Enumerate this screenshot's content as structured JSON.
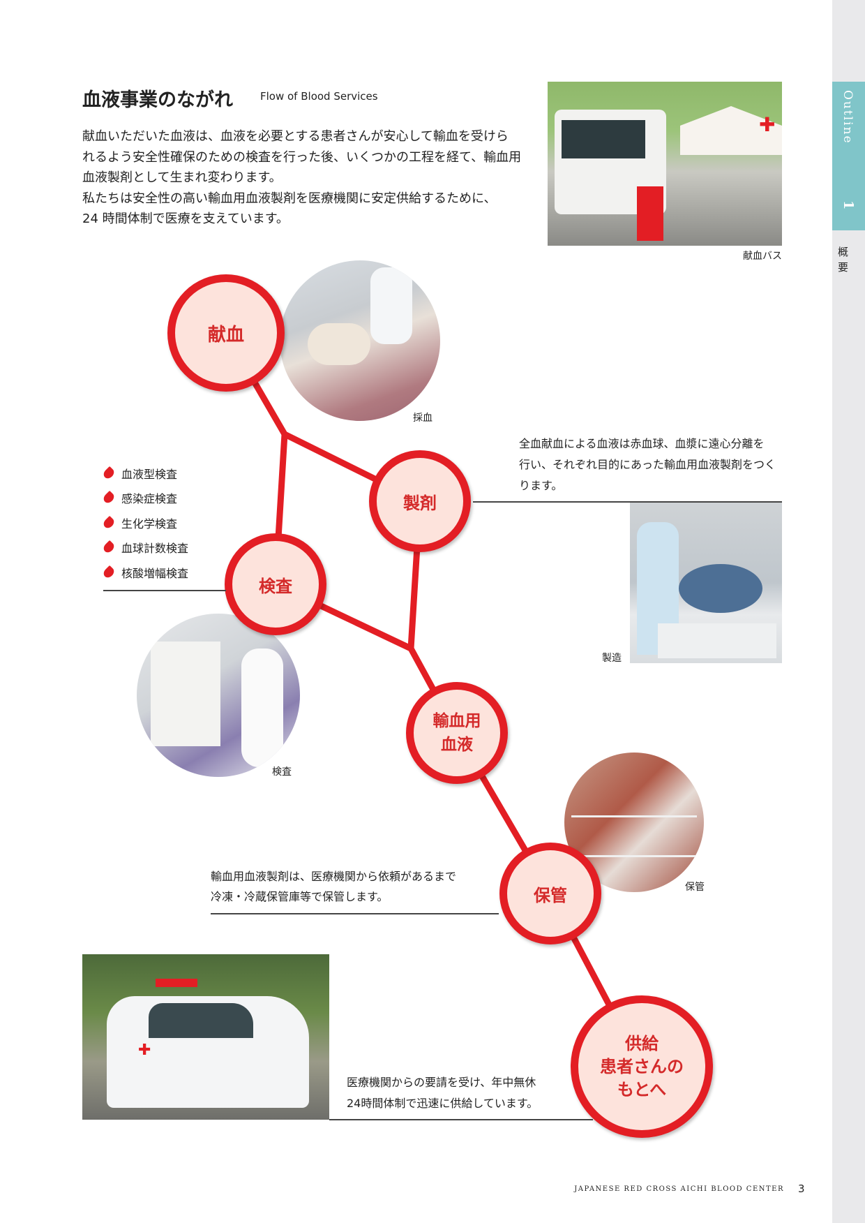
{
  "sidebar": {
    "section_en": "Outline",
    "section_no": "1",
    "section_jp": "概要"
  },
  "header": {
    "title": "血液事業のながれ",
    "subtitle": "Flow of Blood Services"
  },
  "intro": [
    "献血いただいた血液は、血液を必要とする患者さんが安心して輸血を受けら",
    "れるよう安全性確保のための検査を行った後、いくつかの工程を経て、輸血用",
    "血液製剤として生まれ変わります。",
    "私たちは安全性の高い輸血用血液製剤を医療機関に安定供給するために、",
    "24 時間体制で医療を支えています。"
  ],
  "photos": {
    "bus": "献血バス",
    "collection": "採血",
    "manufacturing": "製造",
    "testing": "検査",
    "storage": "保管"
  },
  "nodes": {
    "donation": "献血",
    "processing": "製剤",
    "testing": "検査",
    "transfusion": [
      "輸血用",
      "血液"
    ],
    "storage": "保管",
    "supply": [
      "供給",
      "患者さんの",
      "もとへ"
    ]
  },
  "test_list": [
    "血液型検査",
    "感染症検査",
    "生化学検査",
    "血球計数検査",
    "核酸増幅検査"
  ],
  "texts": {
    "processing": [
      "全血献血による血液は赤血球、血漿に遠心分離を",
      "行い、それぞれ目的にあった輸血用血液製剤をつく",
      "ります。"
    ],
    "storage": [
      "輸血用血液製剤は、医療機関から依頼があるまで",
      "冷凍・冷蔵保管庫等で保管します。"
    ],
    "supply": [
      "医療機関からの要請を受け、年中無休",
      "24時間体制で迅速に供給しています。"
    ]
  },
  "footer": {
    "org": "JAPANESE RED CROSS AICHI BLOOD CENTER",
    "page": "3"
  },
  "colors": {
    "red": "#e31e24",
    "node_fill": "#fde3dc",
    "teal": "#80c5c9"
  }
}
